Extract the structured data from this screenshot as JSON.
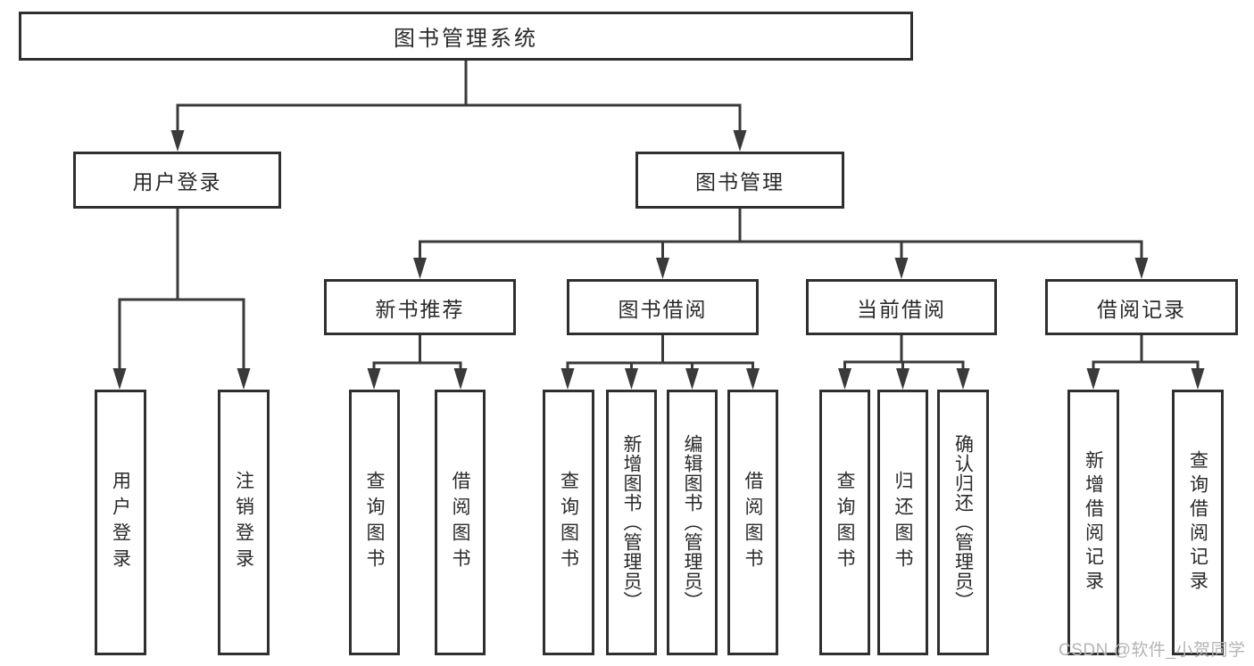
{
  "diagram": {
    "title": "图书管理系统",
    "nodes": {
      "root": {
        "label": "图书管理系统"
      },
      "user_login": {
        "label": "用户登录"
      },
      "book_mgmt": {
        "label": "图书管理"
      },
      "new_books": {
        "label": "新书推荐"
      },
      "book_borrow": {
        "label": "图书借阅"
      },
      "current_borrow": {
        "label": "当前借阅"
      },
      "borrow_records": {
        "label": "借阅记录"
      },
      "leaf_user_login": {
        "label": "用户登录"
      },
      "leaf_logout": {
        "label": "注销登录"
      },
      "leaf_nb_query": {
        "label": "查询图书"
      },
      "leaf_nb_borrow": {
        "label": "借阅图书"
      },
      "leaf_bb_query": {
        "label": "查询图书"
      },
      "leaf_bb_add": {
        "label": "新增图书（管理员）"
      },
      "leaf_bb_edit": {
        "label": "编辑图书（管理员）"
      },
      "leaf_bb_borrow": {
        "label": "借阅图书"
      },
      "leaf_cb_query": {
        "label": "查询图书"
      },
      "leaf_cb_return": {
        "label": "归还图书"
      },
      "leaf_cb_confirm": {
        "label": "确认归还（管理员）"
      },
      "leaf_br_add": {
        "label": "新增借阅记录"
      },
      "leaf_br_query": {
        "label": "查询借阅记录"
      }
    },
    "tree": {
      "id": "root",
      "children": [
        {
          "id": "user_login",
          "children": [
            {
              "id": "leaf_user_login"
            },
            {
              "id": "leaf_logout"
            }
          ]
        },
        {
          "id": "book_mgmt",
          "children": [
            {
              "id": "new_books",
              "children": [
                {
                  "id": "leaf_nb_query"
                },
                {
                  "id": "leaf_nb_borrow"
                }
              ]
            },
            {
              "id": "book_borrow",
              "children": [
                {
                  "id": "leaf_bb_query"
                },
                {
                  "id": "leaf_bb_add"
                },
                {
                  "id": "leaf_bb_edit"
                },
                {
                  "id": "leaf_bb_borrow"
                }
              ]
            },
            {
              "id": "current_borrow",
              "children": [
                {
                  "id": "leaf_cb_query"
                },
                {
                  "id": "leaf_cb_return"
                },
                {
                  "id": "leaf_cb_confirm"
                }
              ]
            },
            {
              "id": "borrow_records",
              "children": [
                {
                  "id": "leaf_br_add"
                },
                {
                  "id": "leaf_br_query"
                }
              ]
            }
          ]
        }
      ]
    },
    "colors": {
      "background": "#ffffff",
      "line": "#3a3a3a",
      "box_border": "#2f2f2f",
      "text": "#2a2a2a",
      "watermark": "#b4b4b4"
    }
  },
  "watermark": {
    "text": "CSDN @软件_小贺同学"
  }
}
